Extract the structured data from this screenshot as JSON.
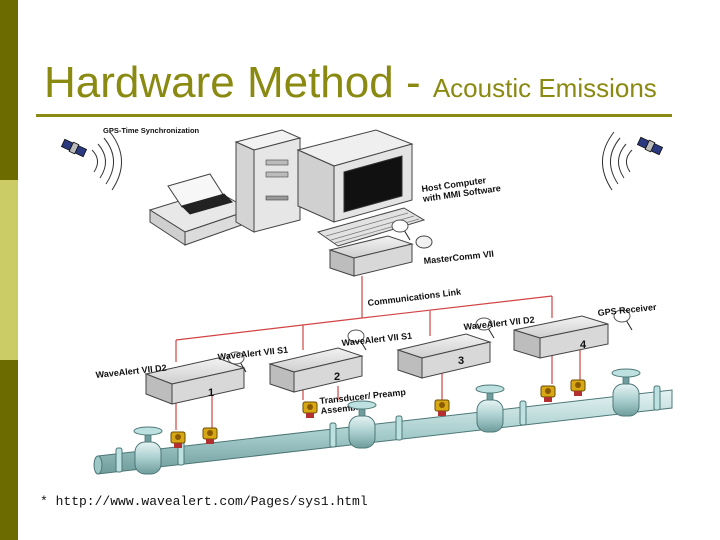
{
  "slide": {
    "title_main": "Hardware Method - ",
    "title_sub": "Acoustic Emissions",
    "footnote": "* http://www.wavealert.com/Pages/sys1.html"
  },
  "diagram": {
    "gps_sync": "GPS-Time Synchronization",
    "host_line1": "Host Computer",
    "host_line2": "with MMI Software",
    "mastercomm": "MasterComm VII",
    "comm_link": "Communications Link",
    "gps_receiver": "GPS Receiver",
    "unit_d2_left": "WaveAlert VII D2",
    "unit_s1_left": "WaveAlert VII S1",
    "unit_s1_right": "WaveAlert VII S1",
    "unit_d2_right": "WaveAlert VII D2",
    "transducer_line1": "Transducer/ Preamp",
    "transducer_line2": "Assembly",
    "unit_numbers": [
      "1",
      "2",
      "3",
      "4"
    ]
  }
}
